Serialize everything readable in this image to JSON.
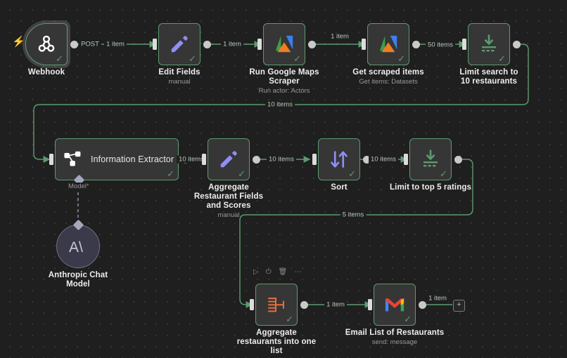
{
  "app": {
    "name": "n8n-workflow-canvas"
  },
  "canvas": {
    "background": "#1f1f1f",
    "grid_dot_color": "#3a3a3a",
    "wire_color": "#5c9b6f",
    "node_border_color": "#5c9b6f",
    "node_fill_color": "#363636"
  },
  "trigger_marker": {
    "icon": "lightning-bolt-icon",
    "color": "#e06c4a"
  },
  "nodes": [
    {
      "id": "webhook",
      "title": "Webhook",
      "subtitle": "",
      "icon": "webhook-icon",
      "shape": "trigger",
      "selected": true,
      "status": "success"
    },
    {
      "id": "edit-fields",
      "title": "Edit Fields",
      "subtitle": "manual",
      "icon": "pencil-icon",
      "shape": "square",
      "selected": false,
      "status": "success"
    },
    {
      "id": "run-google-maps-scraper",
      "title": "Run Google Maps Scraper",
      "subtitle": "Run actor: Actors",
      "icon": "apify-icon",
      "shape": "square",
      "selected": false,
      "status": "success"
    },
    {
      "id": "get-scraped-items",
      "title": "Get scraped items",
      "subtitle": "Get items: Datasets",
      "icon": "apify-icon",
      "shape": "square",
      "selected": false,
      "status": "success"
    },
    {
      "id": "limit-search-to-10-restaurants",
      "title": "Limit search to 10 restaurants",
      "subtitle": "",
      "icon": "limit-icon",
      "shape": "square",
      "selected": false,
      "status": "success"
    },
    {
      "id": "information-extractor",
      "title": "Information Extractor",
      "subtitle": "",
      "icon": "information-extractor-icon",
      "shape": "wide",
      "selected": false,
      "status": "success"
    },
    {
      "id": "aggregate-restaurant-fields-and-scores",
      "title": "Aggregate Restaurant Fields and Scores",
      "subtitle": "manual",
      "icon": "pencil-icon",
      "shape": "square",
      "selected": false,
      "status": "success"
    },
    {
      "id": "sort",
      "title": "Sort",
      "subtitle": "",
      "icon": "sort-icon",
      "shape": "square",
      "selected": false,
      "status": "success"
    },
    {
      "id": "limit-to-top-5-ratings",
      "title": "Limit to top 5 ratings",
      "subtitle": "",
      "icon": "limit-icon",
      "shape": "square",
      "selected": false,
      "status": "success"
    },
    {
      "id": "anthropic-chat-model",
      "title": "Anthropic Chat Model",
      "subtitle": "",
      "icon": "anthropic-icon",
      "shape": "circle",
      "selected": false,
      "status": "none"
    },
    {
      "id": "aggregate-restaurants-into-one-list",
      "title": "Aggregate restaurants into one list",
      "subtitle": "",
      "icon": "aggregate-icon",
      "shape": "square",
      "selected": false,
      "status": "success"
    },
    {
      "id": "email-list-of-restaurants",
      "title": "Email List of Restaurants",
      "subtitle": "send: message",
      "icon": "gmail-icon",
      "shape": "square",
      "selected": false,
      "status": "success"
    }
  ],
  "connection_labels": {
    "webhook_out": "POST",
    "webhook_to_edit": "1 item",
    "edit_to_scraper": "1 item",
    "scraper_to_getitems": "1 item",
    "getitems_to_limit": "50 items",
    "limit_to_extractor": "10 items",
    "extractor_to_aggregate": "10 items",
    "aggregate_to_sort": "10 items",
    "sort_to_limit5": "10 items",
    "limit5_to_aggregate2": "5 items",
    "aggregate2_to_email": "1 item",
    "email_to_plus": "1 item"
  },
  "sub_connection": {
    "label": "Model",
    "required": true
  },
  "node_toolbar": {
    "items": [
      {
        "name": "execute-step-button",
        "glyph": "▷"
      },
      {
        "name": "deactivate-node-button",
        "glyph": "⏻"
      },
      {
        "name": "delete-node-button",
        "glyph": "🗑"
      },
      {
        "name": "more-options-button",
        "glyph": "⋯"
      }
    ]
  },
  "add_node_button": {
    "label": "+"
  }
}
